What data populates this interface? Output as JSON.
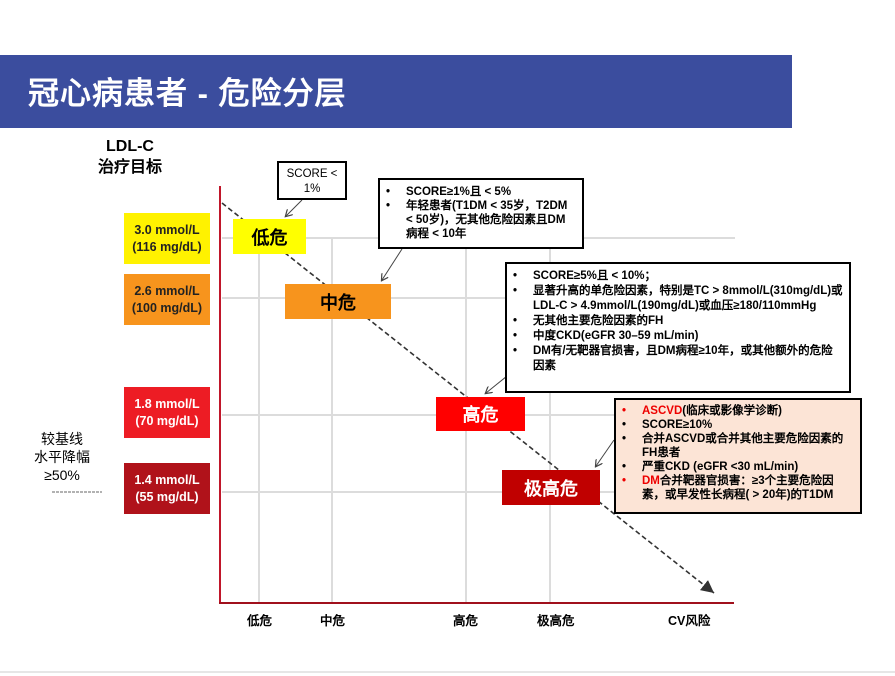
{
  "title": "冠心病患者 - 危险分层",
  "y_axis_title": [
    "LDL-C",
    "治疗目标"
  ],
  "ldl_targets": [
    {
      "line1": "3.0 mmol/L",
      "line2": "(116 mg/dL)",
      "color": "#fff200",
      "text_color": "#222"
    },
    {
      "line1": "2.6 mmol/L",
      "line2": "(100 mg/dL)",
      "color": "#f7941d",
      "text_color": "#222"
    },
    {
      "line1": "1.8 mmol/L",
      "line2": "(70 mg/dL)",
      "color": "#ed1c24",
      "text_color": "#fff"
    },
    {
      "line1": "1.4 mmol/L",
      "line2": "(55 mg/dL)",
      "color": "#b0121a",
      "text_color": "#fff"
    }
  ],
  "baseline_note": [
    "较基线",
    "水平降幅",
    "≥50%"
  ],
  "risk_levels": [
    {
      "label": "低危",
      "color": "#ffff00"
    },
    {
      "label": "中危",
      "color": "#f7941d"
    },
    {
      "label": "高危",
      "color": "#ff0000"
    },
    {
      "label": "极高危",
      "color": "#c00000"
    }
  ],
  "x_axis_labels": [
    "低危",
    "中危",
    "高危",
    "极高危",
    "CV风险"
  ],
  "callouts": {
    "low": "SCORE < 1%",
    "moderate": [
      "SCORE≥1%且 < 5%",
      "年轻患者(T1DM < 35岁，T2DM < 50岁)，无其他危险因素且DM病程 < 10年"
    ],
    "high": [
      "SCORE≥5%且 < 10%；",
      "显著升高的单危险因素，特别是TC > 8mmol/L(310mg/dL)或LDL-C > 4.9mmol/L(190mg/dL)或血压≥180/110mmHg",
      "无其他主要危险因素的FH",
      "中度CKD(eGFR 30–59 mL/min)",
      "DM有/无靶器官损害，且DM病程≥10年，或其他额外的危险因素"
    ],
    "very_high": {
      "item1_red": "ASCVD",
      "item1_rest": "(临床或影像学诊断)",
      "item2": "SCORE≥10%",
      "item3": "合并ASCVD或合并其他主要危险因素的FH患者",
      "item4": "严重CKD (eGFR <30 mL/min)",
      "item5_red": "DM",
      "item5_rest": "合并靶器官损害：≥3个主要危险因素，或早发性长病程( > 20年)的T1DM",
      "background": "#fce4d6"
    }
  }
}
